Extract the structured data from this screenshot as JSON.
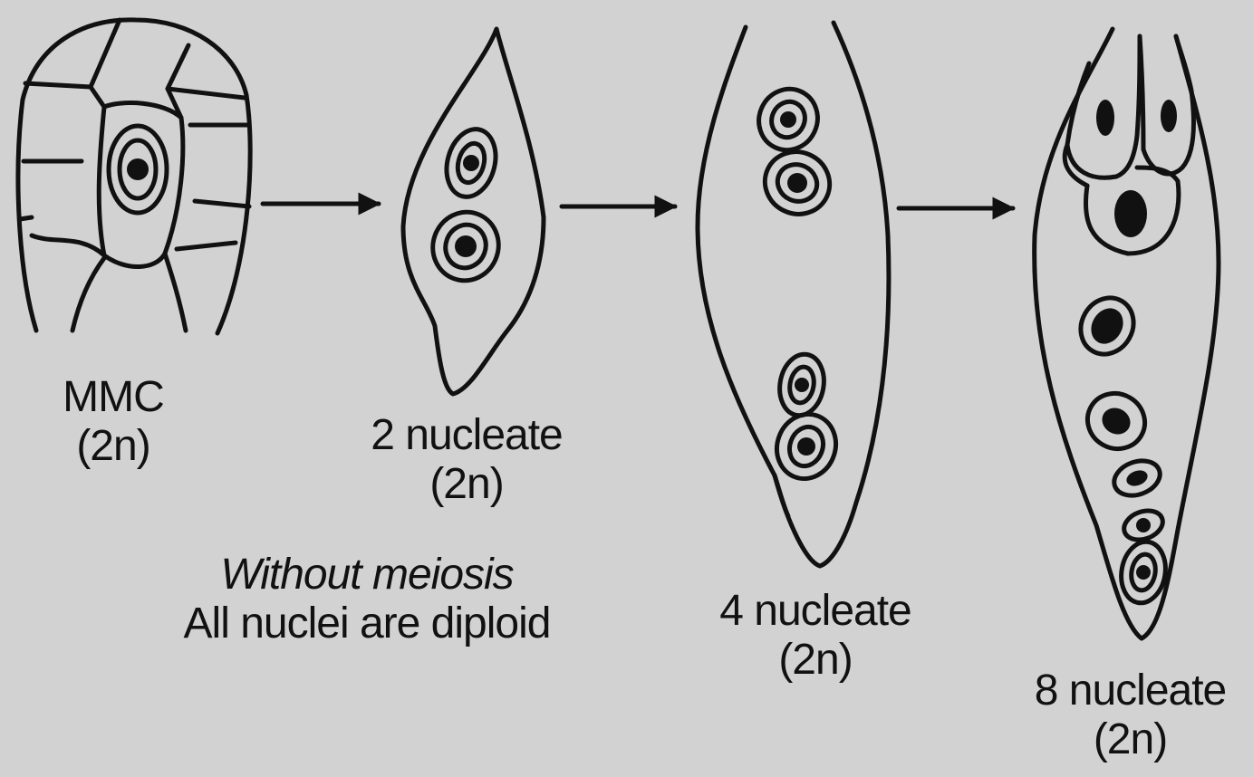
{
  "colors": {
    "background": "#d2d2d2",
    "ink": "#111111"
  },
  "stages": [
    {
      "name": "MMC",
      "ploidy": "(2n)"
    },
    {
      "name": "2 nucleate",
      "ploidy": "(2n)"
    },
    {
      "name": "4 nucleate",
      "ploidy": "(2n)"
    },
    {
      "name": "8 nucleate",
      "ploidy": "(2n)"
    }
  ],
  "note": {
    "line1": "Without meiosis",
    "line2": "All nuclei are diploid"
  }
}
